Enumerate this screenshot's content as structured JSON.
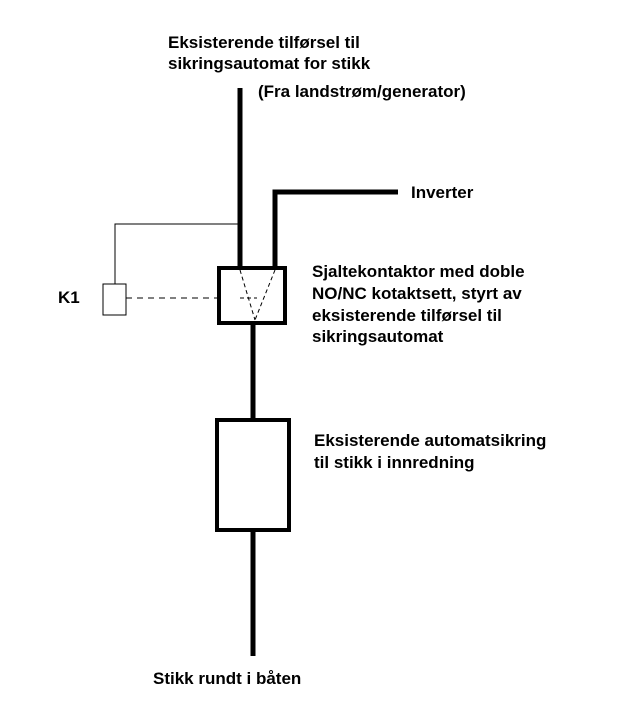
{
  "labels": {
    "supply_line1": "Eksisterende tilførsel til",
    "supply_line2": "sikringsautomat for stikk",
    "supply_source": "(Fra landstrøm/generator)",
    "inverter": "Inverter",
    "relay": "K1",
    "contactor_line1": "Sjaltekontaktor med doble",
    "contactor_line2": "NO/NC kotaktsett, styrt av",
    "contactor_line3": "eksisterende tilførsel til",
    "contactor_line4": "sikringsautomat",
    "breaker_line1": "Eksisterende automatsikring",
    "breaker_line2": "til stikk i innredning",
    "outlets": "Stikk rundt i båten"
  }
}
